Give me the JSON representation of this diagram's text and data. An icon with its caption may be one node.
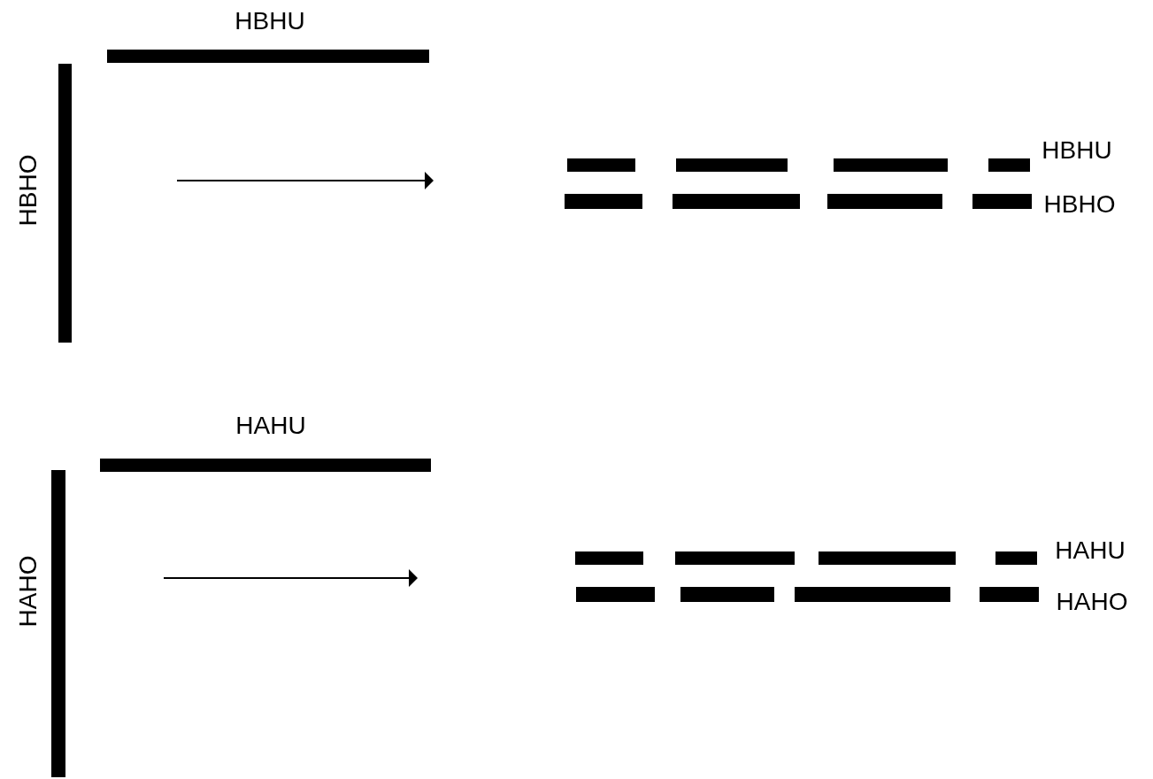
{
  "diagram": {
    "nodes": [
      {
        "text": [],
        "shape": "bar"
      },
      {
        "text": [],
        "shape": "bar"
      },
      {
        "text": [],
        "shape": "bar"
      },
      {
        "text": [],
        "shape": "bar"
      },
      {
        "text": [],
        "shape": "bar"
      },
      {
        "text": [],
        "shape": "bar"
      },
      {
        "text": [],
        "shape": "bar"
      },
      {
        "text": [],
        "shape": "bar"
      },
      {
        "text": [],
        "shape": "bar"
      },
      {
        "text": [],
        "shape": "bar"
      },
      {
        "text": [],
        "shape": "bar"
      },
      {
        "text": [],
        "shape": "bar"
      },
      {
        "text": [],
        "shape": "bar"
      },
      {
        "text": [],
        "shape": "bar"
      },
      {
        "text": [],
        "shape": "bar"
      },
      {
        "text": [],
        "shape": "bar"
      },
      {
        "text": [],
        "shape": "bar"
      },
      {
        "text": [],
        "shape": "bar"
      },
      {
        "text": [],
        "shape": "bar"
      },
      {
        "text": [],
        "shape": "bar"
      }
    ],
    "labels": [
      "HBHU",
      "HBHO",
      "HBHU",
      "HBHO",
      "HAHU",
      "HAHO",
      "HAHU",
      "HAHO"
    ]
  }
}
